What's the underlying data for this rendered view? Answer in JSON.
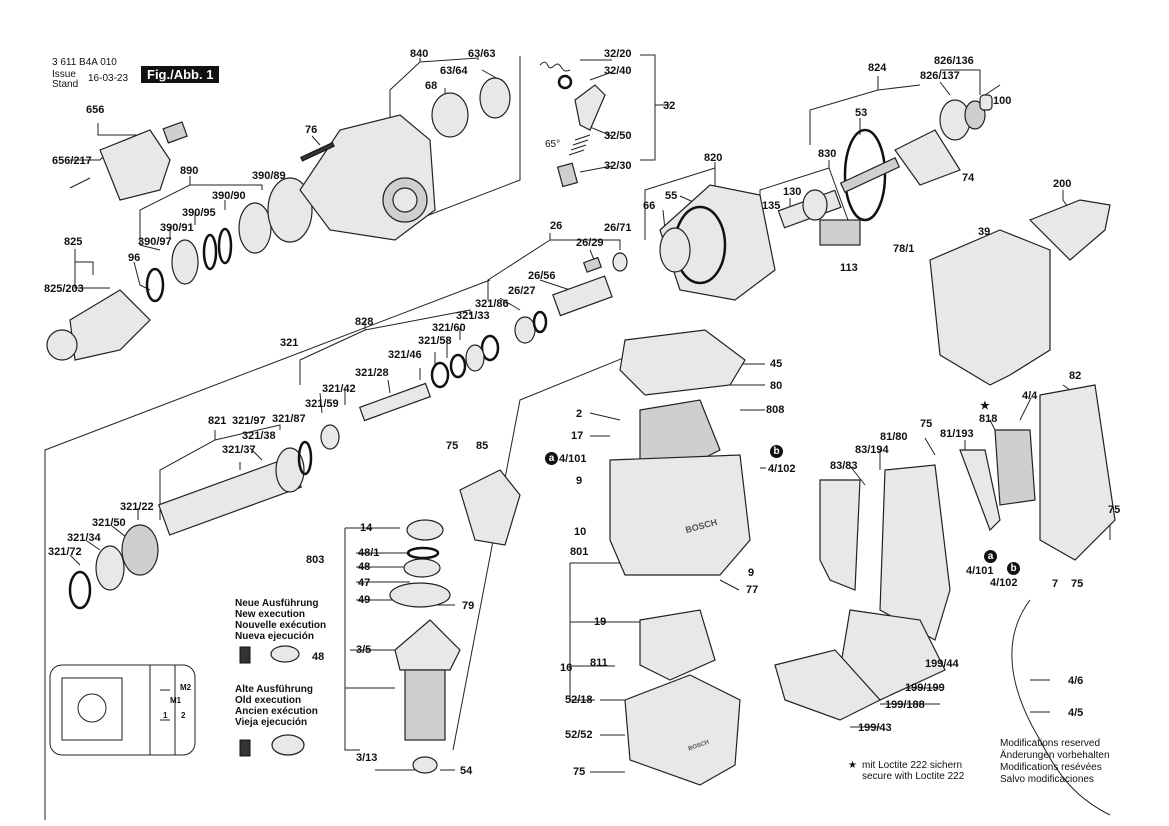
{
  "header": {
    "doc_number": "3 611 B4A 010",
    "issue_label": "Issue",
    "stand_label": "Stand",
    "issue_date": "16-03-23",
    "figure_tag": "Fig./Abb. 1"
  },
  "labels": {
    "l656": "656",
    "l656_217": "656/217",
    "l890": "890",
    "l390_89": "390/89",
    "l390_90": "390/90",
    "l390_95": "390/95",
    "l390_91": "390/91",
    "l390_97": "390/97",
    "l96": "96",
    "l825": "825",
    "l825_203": "825/203",
    "l840": "840",
    "l63_63": "63/63",
    "l63_64": "63/64",
    "l68": "68",
    "l76": "76",
    "l32_20": "32/20",
    "l32_40": "32/40",
    "l32": "32",
    "l32_50": "32/50",
    "l65deg": "65°",
    "l32_30": "32/30",
    "l824": "824",
    "l826_136": "826/136",
    "l826_137": "826/137",
    "l53": "53",
    "l100": "100",
    "l830": "830",
    "l74": "74",
    "l820": "820",
    "l55": "55",
    "l66": "66",
    "l130": "130",
    "l135": "135",
    "l113": "113",
    "l78_1": "78/1",
    "l200": "200",
    "l39": "39",
    "l26": "26",
    "l26_71": "26/71",
    "l26_29": "26/29",
    "l26_56": "26/56",
    "l26_27": "26/27",
    "l828": "828",
    "l321_86": "321/86",
    "l321_33": "321/33",
    "l321_60": "321/60",
    "l321": "321",
    "l321_58": "321/58",
    "l321_46": "321/46",
    "l321_28": "321/28",
    "l321_42": "321/42",
    "l321_59": "321/59",
    "l821": "821",
    "l321_97": "321/97",
    "l321_87": "321/87",
    "l321_38": "321/38",
    "l321_37": "321/37",
    "l321_22": "321/22",
    "l321_50": "321/50",
    "l321_34": "321/34",
    "l321_72": "321/72",
    "l75a": "75",
    "l85": "85",
    "l45": "45",
    "l80": "80",
    "l2": "2",
    "l808": "808",
    "l17": "17",
    "l4_101a": "4/101",
    "l4_102a": "4/102",
    "l9a": "9",
    "l10": "10",
    "l801": "801",
    "l9b": "9",
    "l77": "77",
    "l14": "14",
    "l803": "803",
    "l48_1": "48/1",
    "l48a": "48",
    "l47": "47",
    "l49": "49",
    "l79": "79",
    "l19": "19",
    "l3_5": "3/5",
    "l811": "811",
    "l16": "16",
    "l52_18": "52/18",
    "l52_52": "52/52",
    "l3_13": "3/13",
    "l54": "54",
    "l75b": "75",
    "l48b": "48",
    "l82": "82",
    "l4_4": "4/4",
    "l818": "818",
    "l81_193": "81/193",
    "l75c": "75",
    "l81_80": "81/80",
    "l83_194": "83/194",
    "l83_83": "83/83",
    "l75d": "75",
    "l4_101b": "4/101",
    "l4_102b": "4/102",
    "l7": "7",
    "l75e": "75",
    "l199_44": "199/44",
    "l199_199": "199/199",
    "l199_188": "199/188",
    "l199_43": "199/43",
    "l4_6": "4/6",
    "l4_5": "4/5",
    "badge_a": "a",
    "badge_b": "b",
    "star": "★",
    "m1": "M1",
    "m2": "M2",
    "n1": "1",
    "n2": "2",
    "motor_brand": "BOSCH",
    "brand_small": "BOSCH"
  },
  "notes": {
    "new_execution": [
      "Neue Ausführung",
      "New execution",
      "Nouvelle exécution",
      "Nueva ejecución"
    ],
    "old_execution": [
      "Alte Ausführung",
      "Old execution",
      "Ancien exécution",
      "Vieja ejecución"
    ],
    "loctite": [
      "mit Loctite 222 sichern",
      "secure with Loctite 222"
    ],
    "modifications": [
      "Modifications reserved",
      "Änderungen vorbehalten",
      "Modifications resévées",
      "Salvo modificaciones"
    ]
  }
}
